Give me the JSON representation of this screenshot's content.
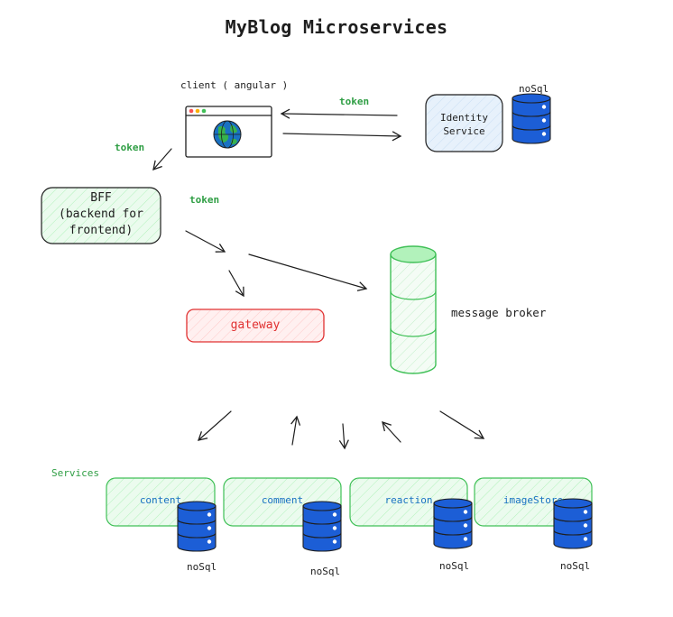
{
  "title": "MyBlog Microservices",
  "client": {
    "label": "client ( angular )"
  },
  "identity": {
    "line1": "Identity",
    "line2": "Service",
    "db_label": "noSql"
  },
  "bff": {
    "line1": "BFF",
    "line2": "(backend for",
    "line3": "frontend)"
  },
  "gateway": {
    "label": "gateway"
  },
  "broker": {
    "label": "message broker"
  },
  "tokens": {
    "top": "token",
    "left": "token",
    "mid": "token"
  },
  "services_label": "Services",
  "services": [
    {
      "name": "content",
      "db": "noSql"
    },
    {
      "name": "comment",
      "db": "noSql"
    },
    {
      "name": "reaction",
      "db": "noSql"
    },
    {
      "name": "imageStore",
      "db": "noSql"
    }
  ],
  "colors": {
    "identity_fill": "#e7f1fb",
    "bff_fill": "#ebfbee",
    "gateway_stroke": "#e03131",
    "gateway_fill": "#ffe3e3",
    "broker_stroke": "#40c057",
    "broker_fill": "#d3f9d8",
    "service_stroke": "#40c057",
    "service_fill": "#ebfbee",
    "db_blue": "#1c5ed6"
  }
}
